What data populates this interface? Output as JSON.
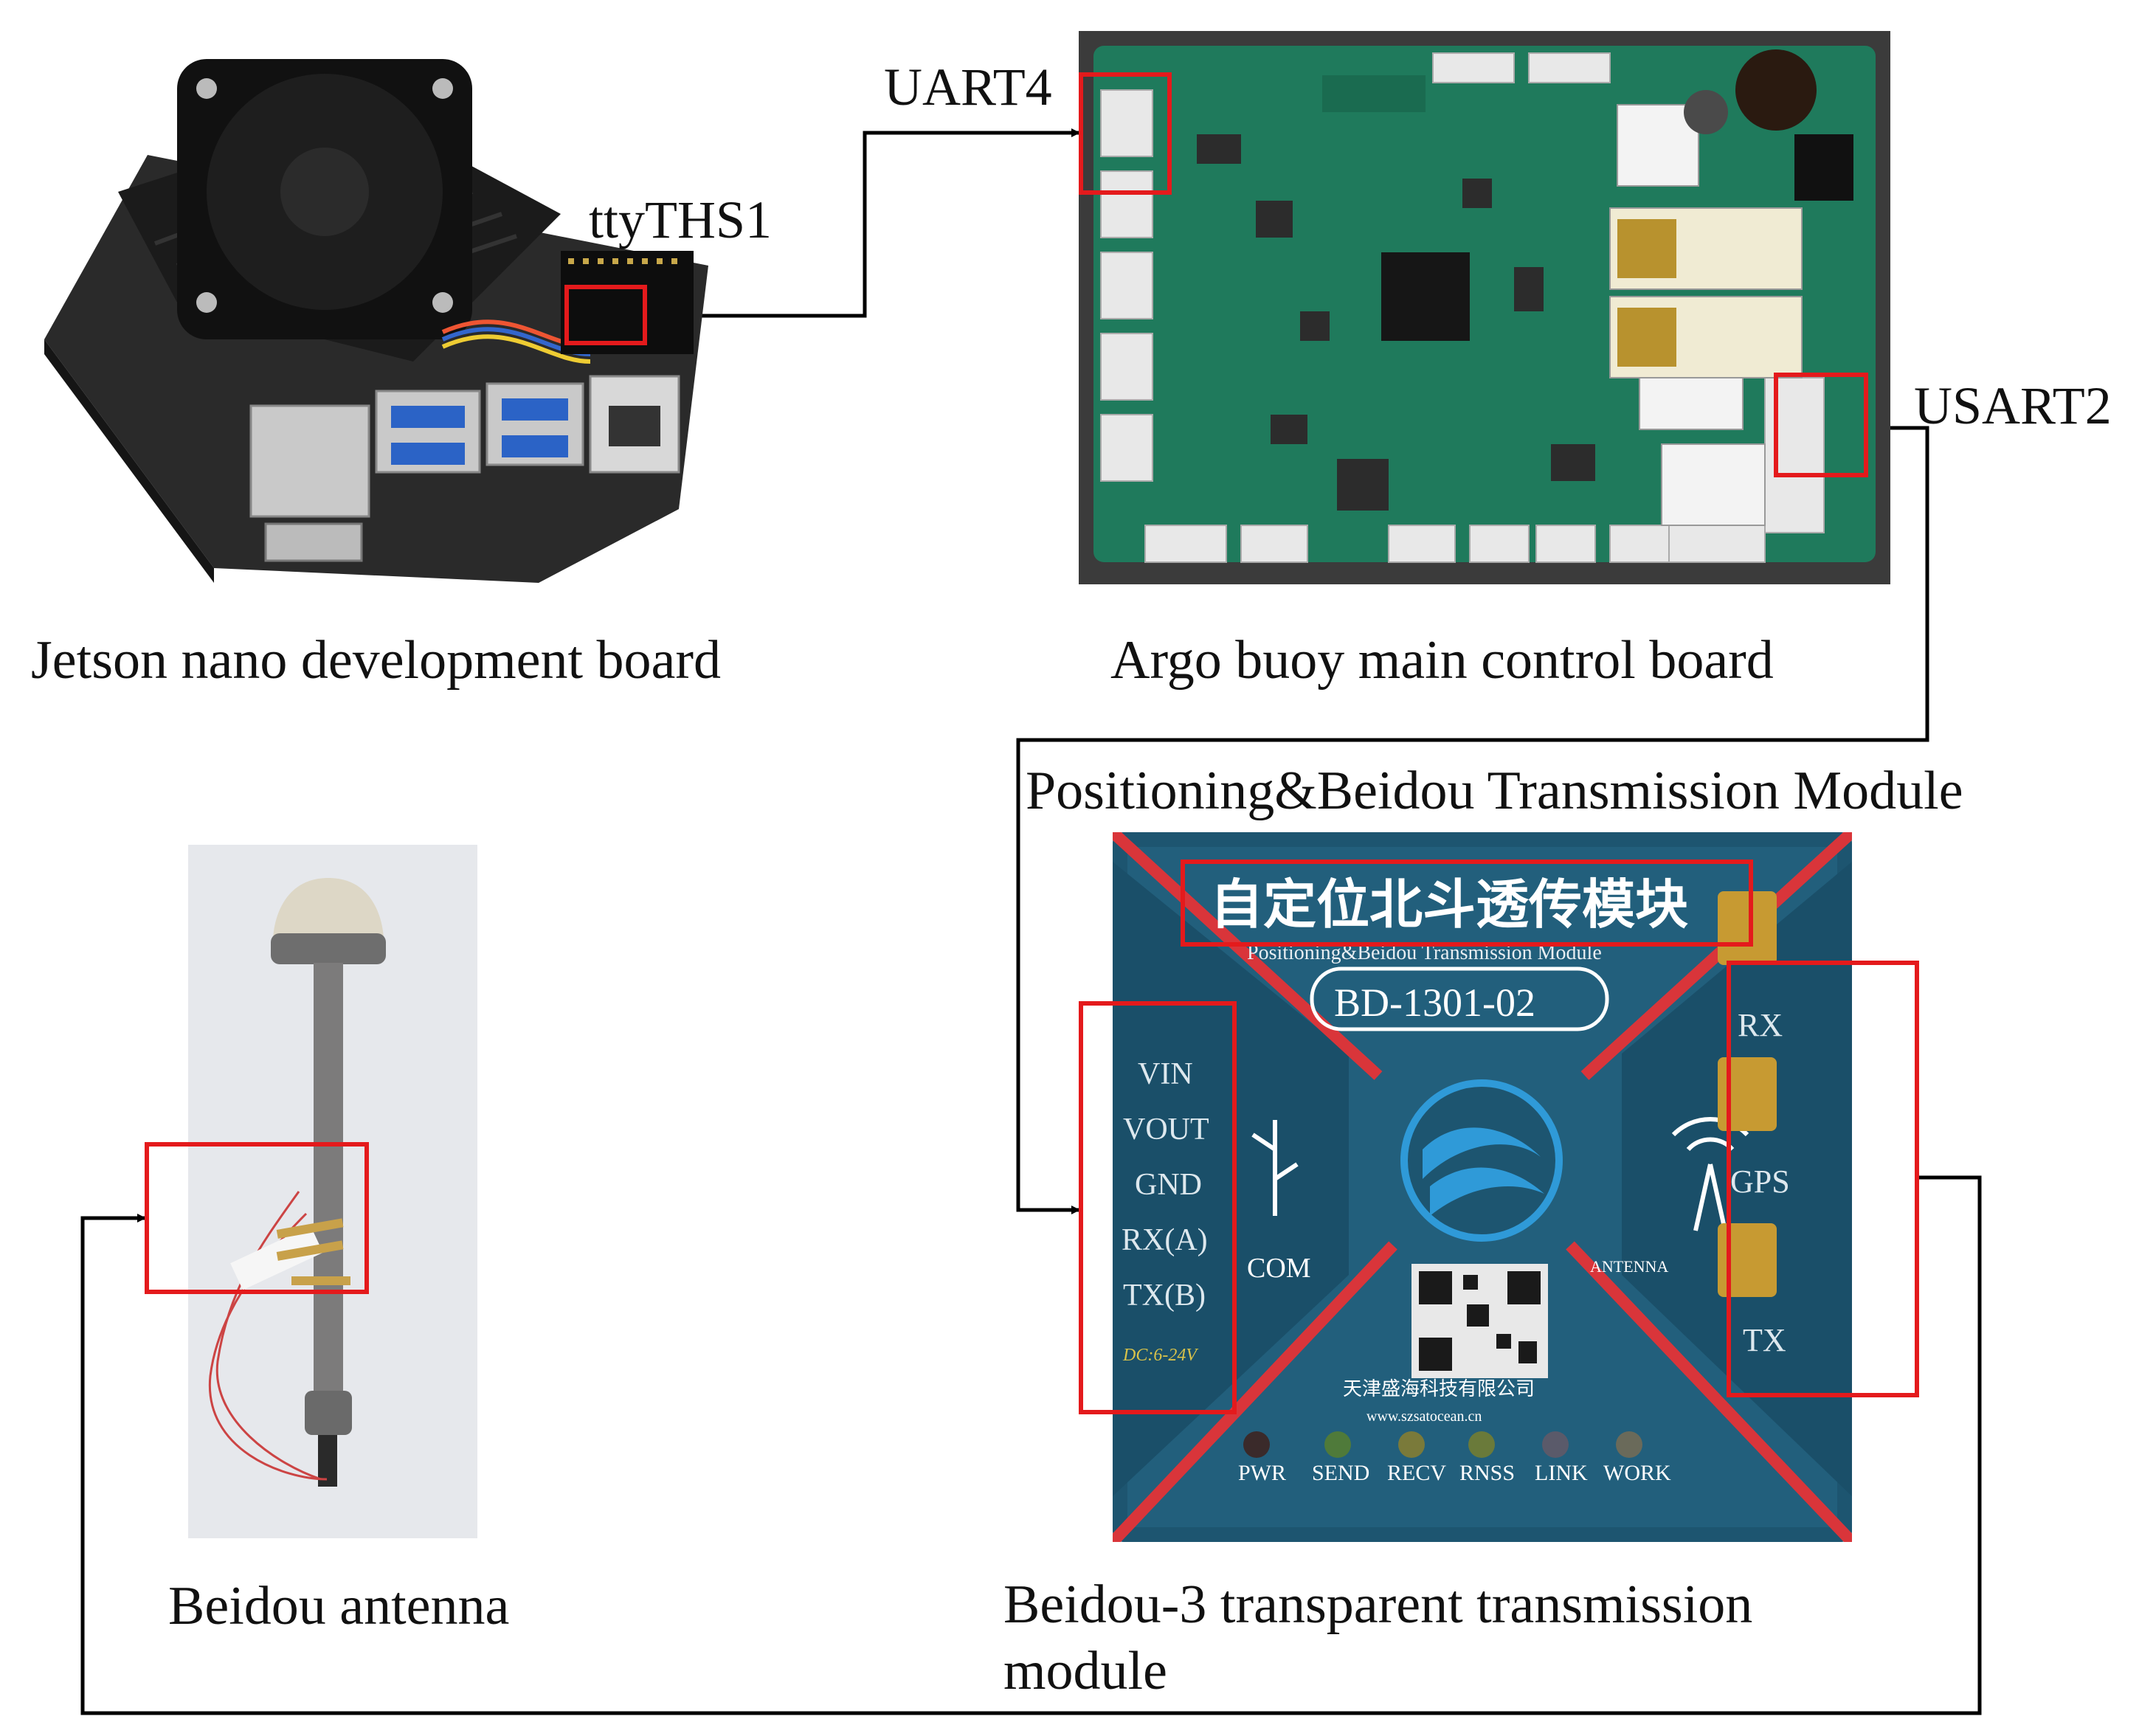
{
  "nodes": {
    "jetson": {
      "caption": "Jetson nano development board",
      "port": "ttyTHS1"
    },
    "argo": {
      "caption": "Argo buoy main control board",
      "port_left": "UART4",
      "port_right": "USART2"
    },
    "beidou_module": {
      "title": "Positioning&Beidou Transmission Module",
      "caption_line1": "Beidou-3 transparent transmission",
      "caption_line2": "module",
      "chinese_title": "自定位北斗透传模块",
      "subtitle": "Positioning&Beidou Transmission Module",
      "model": "BD-1301-02",
      "pins": [
        "VIN",
        "VOUT",
        "GND",
        "RX(A)",
        "TX(B)"
      ],
      "power": "DC:6-24V",
      "com": "COM",
      "antenna": "ANTENNA",
      "ports": [
        "RX",
        "GPS",
        "TX"
      ],
      "maker": "天津盛海科技有限公司",
      "website": "www.szsatocean.cn",
      "leds": [
        "PWR",
        "SEND",
        "RECV",
        "RNSS",
        "LINK",
        "WORK"
      ]
    },
    "antenna": {
      "caption": "Beidou antenna"
    }
  },
  "colors": {
    "highlight": "#e41a1c",
    "arrow": "#000000",
    "pcb": "#1f7a5c",
    "module": "#1d5570"
  }
}
